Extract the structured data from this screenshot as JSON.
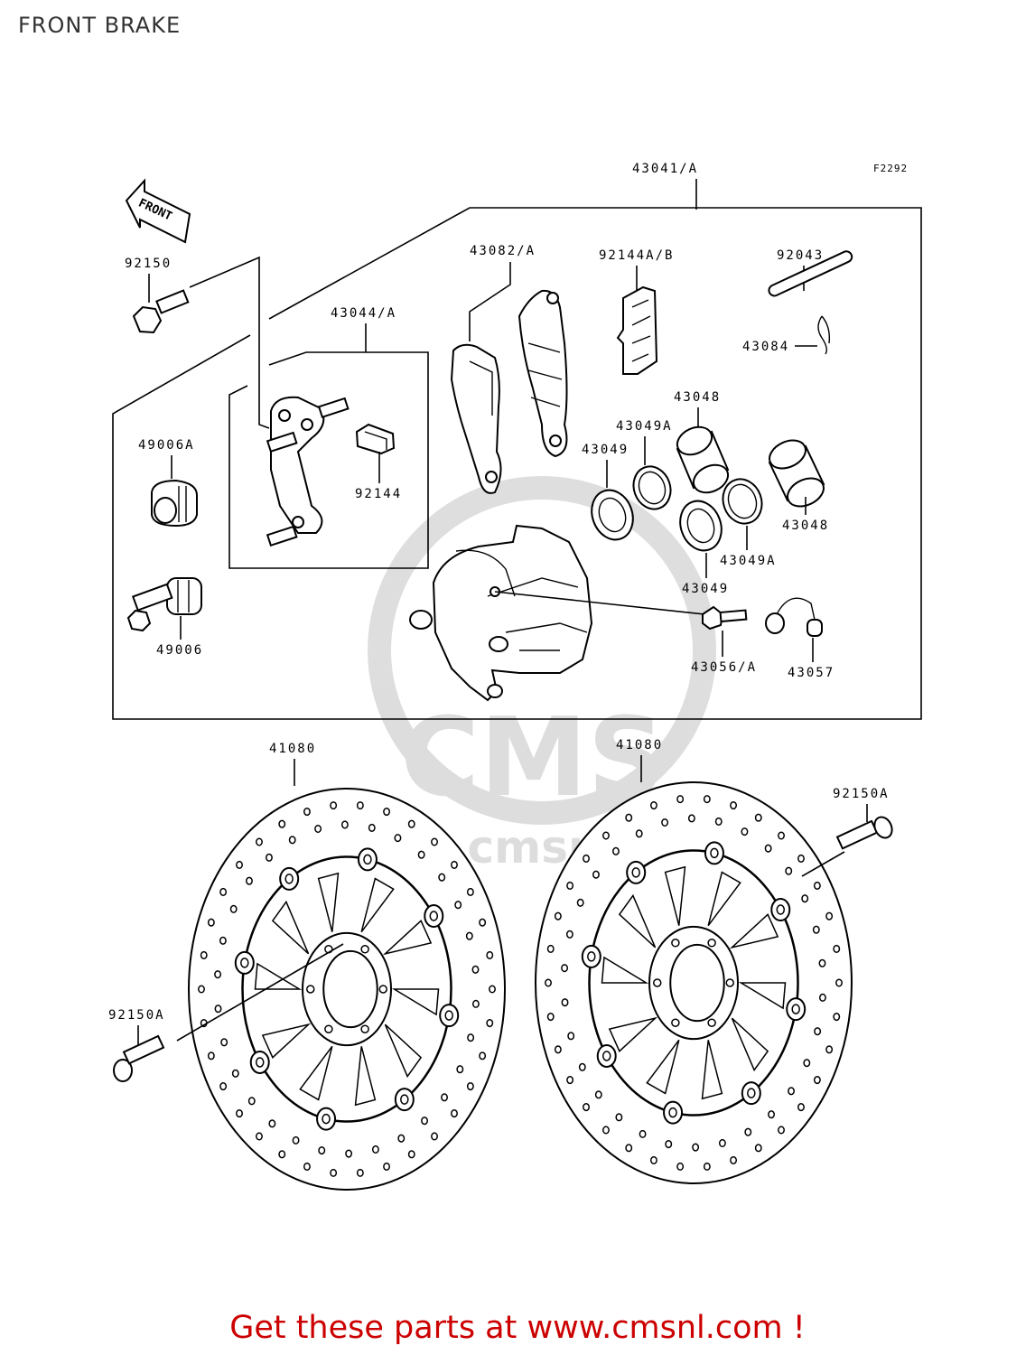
{
  "page": {
    "title": "FRONT BRAKE",
    "footer_link": "Get these parts at www.cmsnl.com !",
    "watermark": "CMS",
    "watermark_url": "www.cmsnl.com",
    "accent_color": "#cc0000"
  },
  "diagram": {
    "ref_code": "F2292",
    "direction_badge": "FRONT",
    "labels": {
      "p43041A": "43041/A",
      "p92150": "92150",
      "p43044A": "43044/A",
      "p43082A": "43082/A",
      "p92144AB": "92144A/B",
      "p92043": "92043",
      "p43084": "43084",
      "p49006A": "49006A",
      "p92144": "92144",
      "p43048a": "43048",
      "p43049Aa": "43049A",
      "p43049a": "43049",
      "p43048b": "43048",
      "p43049Ab": "43049A",
      "p43049b": "43049",
      "p49006": "49006",
      "p43056A": "43056/A",
      "p43057": "43057",
      "p41080a": "41080",
      "p41080b": "41080",
      "p92150Aa": "92150A",
      "p92150Ab": "92150A"
    }
  }
}
